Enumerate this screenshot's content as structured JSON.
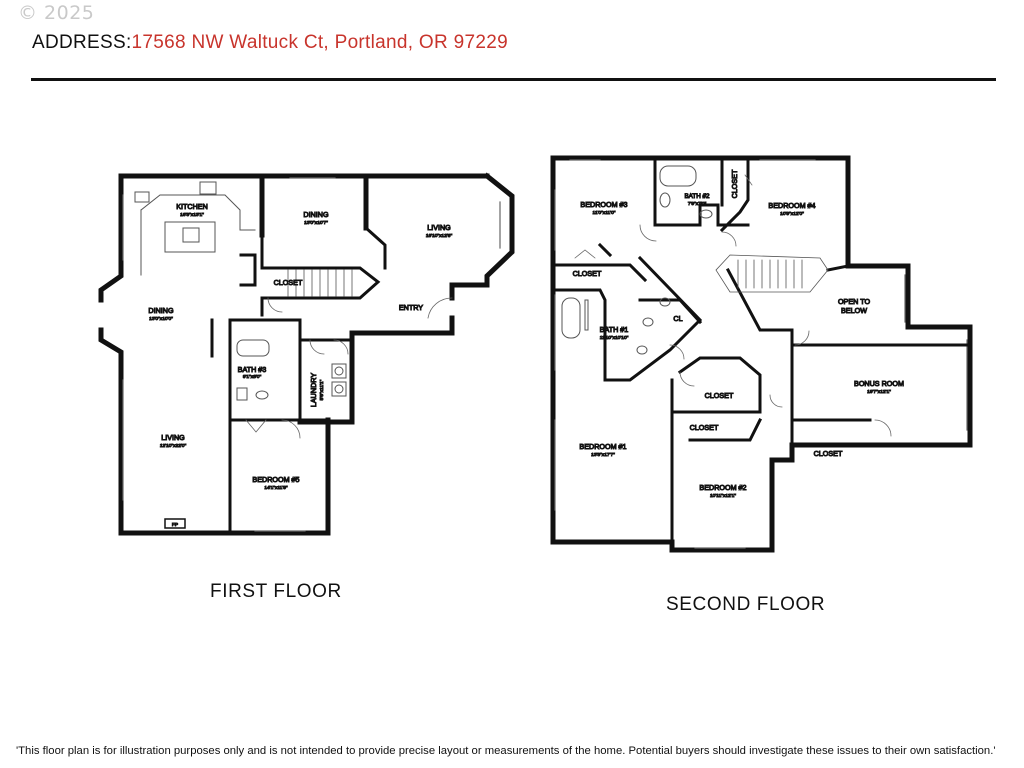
{
  "watermark": "© 2025",
  "header": {
    "address_label": "ADDRESS:",
    "address_value": "17568 NW Waltuck Ct, Portland, OR 97229"
  },
  "first_floor": {
    "title": "FIRST FLOOR",
    "rooms": {
      "kitchen": {
        "name": "KITCHEN",
        "dims": "16'3\"x13'1\""
      },
      "dining_top": {
        "name": "DINING",
        "dims": "13'0\"x10'7\""
      },
      "living_top": {
        "name": "LIVING",
        "dims": "16'10\"x12'6\""
      },
      "closet": {
        "name": "CLOSET"
      },
      "entry": {
        "name": "ENTRY"
      },
      "dining_left": {
        "name": "DINING",
        "dims": "13'0\"x10'0\""
      },
      "bath3": {
        "name": "BATH #3",
        "dims": "9'1\"x8'0\""
      },
      "laundry": {
        "name": "LAUNDRY",
        "dims": "5'6\"x11'1\""
      },
      "living_left": {
        "name": "LIVING",
        "dims": "12'10\"x22'0\""
      },
      "bedroom5": {
        "name": "BEDROOM #5",
        "dims": "14'1\"x11'9\""
      },
      "fireplace": {
        "name": "FP"
      }
    }
  },
  "second_floor": {
    "title": "SECOND FLOOR",
    "rooms": {
      "bedroom3": {
        "name": "BEDROOM #3",
        "dims": "11'0\"x11'0\""
      },
      "bath2": {
        "name": "BATH #2",
        "dims": "7'9\"x7'0\""
      },
      "closet_vertical": {
        "name": "CLOSET"
      },
      "bedroom4": {
        "name": "BEDROOM #4",
        "dims": "10'9\"x12'0\""
      },
      "closet_b3": {
        "name": "CLOSET"
      },
      "open_to_below": {
        "name_line1": "OPEN TO",
        "name_line2": "BELOW"
      },
      "bath1": {
        "name": "BATH #1",
        "dims": "11'10\"x10'10\""
      },
      "cl": {
        "name": "CL"
      },
      "bonus_room": {
        "name": "BONUS ROOM",
        "dims": "19'7\"x12'1\""
      },
      "closet_mid": {
        "name": "CLOSET"
      },
      "closet_mid2": {
        "name": "CLOSET"
      },
      "closet_bonus": {
        "name": "CLOSET"
      },
      "bedroom1": {
        "name": "BEDROOM #1",
        "dims": "13'3\"x17'7\""
      },
      "bedroom2": {
        "name": "BEDROOM #2",
        "dims": "10'11\"x12'1\""
      }
    }
  },
  "disclaimer": "'This floor plan is for illustration purposes only and is not intended to provide precise layout or measurements of the home. Potential buyers should investigate these issues to their own satisfaction.'"
}
